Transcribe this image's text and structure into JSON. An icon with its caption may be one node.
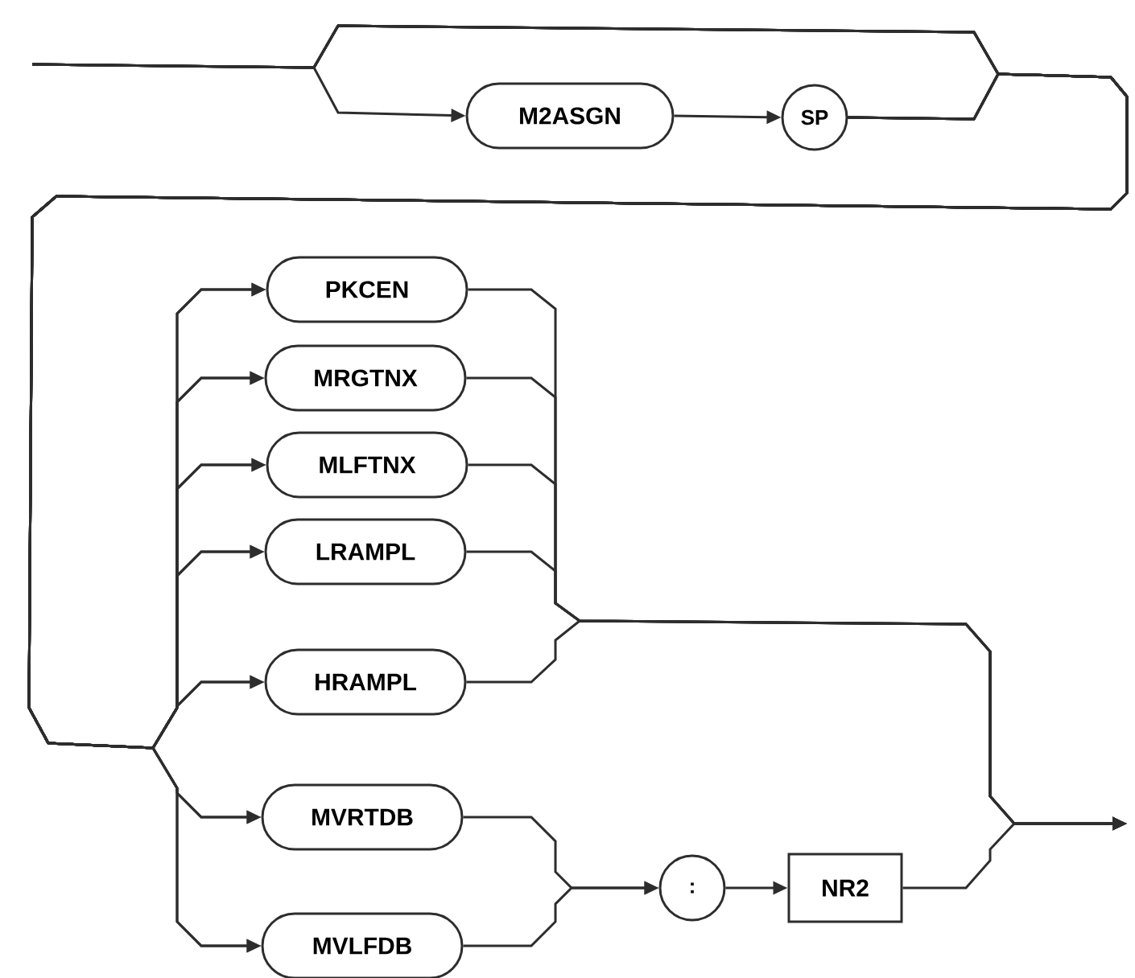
{
  "diagram": {
    "nodes": [
      {
        "text": [
          "M2ASGN"
        ]
      },
      {
        "text": [
          "SP"
        ]
      },
      {
        "text": [
          "PKCEN"
        ]
      },
      {
        "text": [
          "MRGTNX"
        ]
      },
      {
        "text": [
          "MLFTNX"
        ]
      },
      {
        "text": [
          "LRAMPL"
        ]
      },
      {
        "text": [
          "HRAMPL"
        ]
      },
      {
        "text": [
          "MVRTDB"
        ]
      },
      {
        "text": [
          "MVLFDB"
        ]
      },
      {
        "text": [
          ":"
        ]
      },
      {
        "text": [
          "NR2"
        ]
      }
    ],
    "edges": [
      {
        "from": null,
        "to": 0,
        "arrow": "to"
      },
      {
        "from": 0,
        "to": 1,
        "arrow": "to"
      },
      {
        "from": null,
        "to": 2,
        "arrow": "to"
      },
      {
        "from": null,
        "to": 3,
        "arrow": "to"
      },
      {
        "from": null,
        "to": 4,
        "arrow": "to"
      },
      {
        "from": null,
        "to": 5,
        "arrow": "to"
      },
      {
        "from": null,
        "to": 6,
        "arrow": "to"
      },
      {
        "from": null,
        "to": 7,
        "arrow": "to"
      },
      {
        "from": null,
        "to": 8,
        "arrow": "to"
      },
      {
        "from": 1,
        "to": 2,
        "arrow": "to"
      },
      {
        "from": 1,
        "to": 3,
        "arrow": "to"
      },
      {
        "from": 1,
        "to": 4,
        "arrow": "to"
      },
      {
        "from": 1,
        "to": 5,
        "arrow": "to"
      },
      {
        "from": 1,
        "to": 6,
        "arrow": "to"
      },
      {
        "from": 1,
        "to": 7,
        "arrow": "to"
      },
      {
        "from": 1,
        "to": 8,
        "arrow": "to"
      },
      {
        "from": 2,
        "to": null,
        "arrow": "to"
      },
      {
        "from": 3,
        "to": null,
        "arrow": "to"
      },
      {
        "from": 4,
        "to": null,
        "arrow": "to"
      },
      {
        "from": 5,
        "to": null,
        "arrow": "to"
      },
      {
        "from": 6,
        "to": null,
        "arrow": "to"
      },
      {
        "from": 7,
        "to": 9,
        "arrow": "to"
      },
      {
        "from": 8,
        "to": 9,
        "arrow": "to"
      },
      {
        "from": 9,
        "to": 10,
        "arrow": "to"
      },
      {
        "from": 10,
        "to": null,
        "arrow": "to"
      }
    ]
  }
}
